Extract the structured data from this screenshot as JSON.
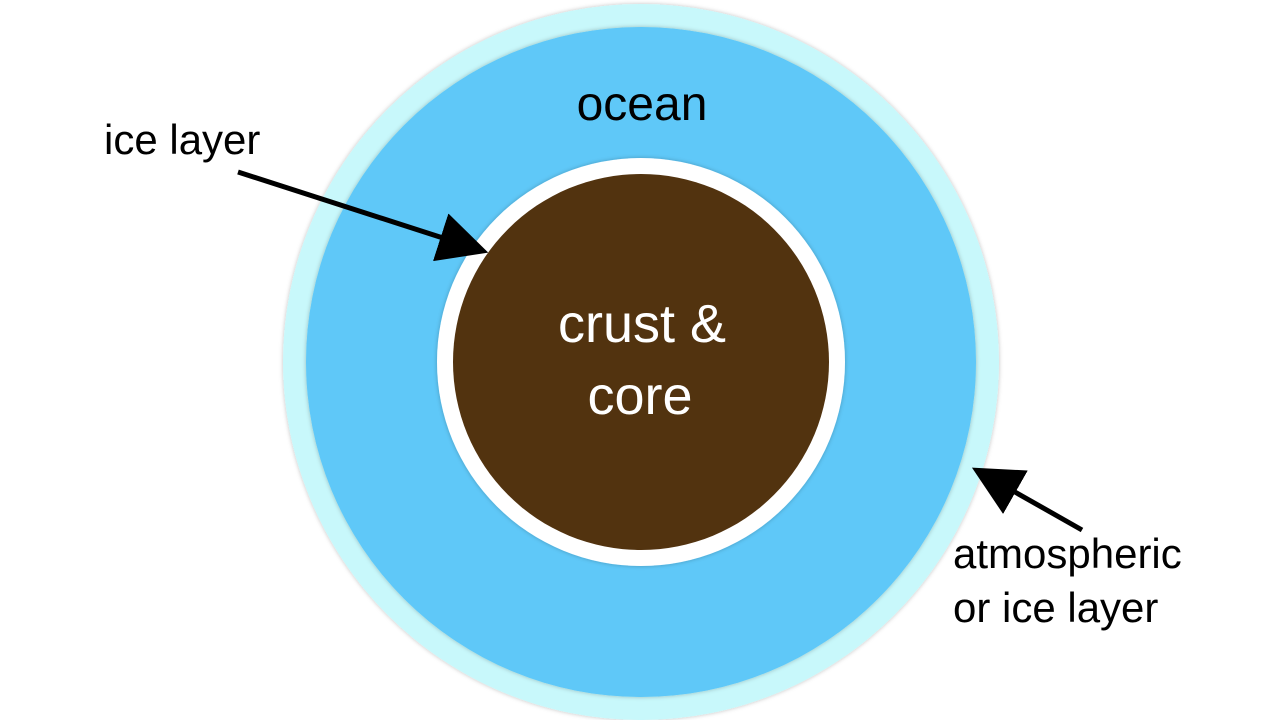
{
  "labels": {
    "ocean": "ocean",
    "ice_layer": "ice layer",
    "core_line1": "crust &",
    "core_line2": "core",
    "outer_line1": "atmospheric",
    "outer_line2": "or ice layer"
  },
  "colors": {
    "outer_layer": "#c8f8fb",
    "ocean": "#5fc8f8",
    "inner_ice": "#ffffff",
    "core": "#52330f",
    "core_text": "#ffffff",
    "label_text": "#000000",
    "arrow": "#000000"
  }
}
